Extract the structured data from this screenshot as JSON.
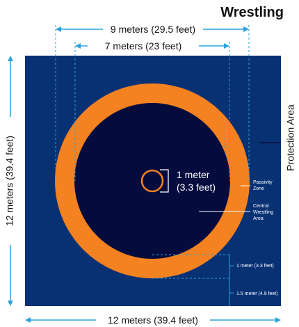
{
  "title": "Wrestling",
  "dimensions": {
    "outer_circle": "9 meters (29.5 feet)",
    "inner_circle": "7 meters (23 feet)",
    "mat_height": "12 meters (39.4 feet)",
    "mat_width": "12 meters (39.4 feet)",
    "center_circle_line1": "1 meter",
    "center_circle_line2": "(3.3 feet)",
    "passivity_band": "1 meter (3.3 feet)",
    "protection_band": "1.5 meter (4.9 feet)"
  },
  "zones": {
    "protection_area": "Protection Area",
    "passivity_line1": "Passivity",
    "passivity_line2": "Zone",
    "central_line1": "Central",
    "central_line2": "Wrestling",
    "central_line3": "Area"
  },
  "colors": {
    "mat_blue": "#083174",
    "inner_navy": "#050c3d",
    "ring_orange": "#f58220",
    "dim_cyan": "#29a3dc",
    "text_dark": "#111111"
  }
}
